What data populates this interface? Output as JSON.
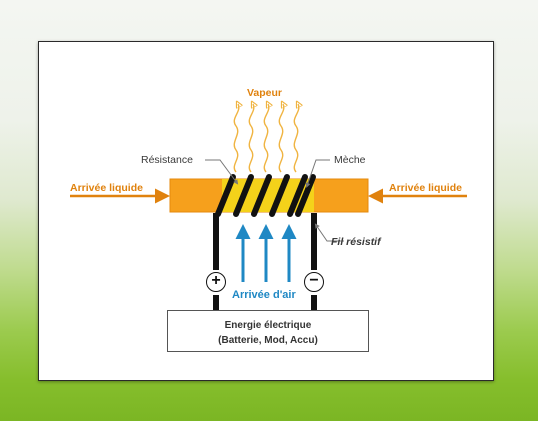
{
  "labels": {
    "vapeur": "Vapeur",
    "resistance": "Résistance",
    "meche": "Mèche",
    "arrivee_liquide_left": "Arrivée liquide",
    "arrivee_liquide_right": "Arrivée liquide",
    "fil_resistif": "Fil résistif",
    "arrivee_air": "Arrivée d'air",
    "plus": "+",
    "minus": "−"
  },
  "energy_box": {
    "line1": "Energie électrique",
    "line2": "(Batterie, Mod, Accu)"
  },
  "colors": {
    "orange": "#e0820e",
    "wick": "#f6a01c",
    "coil_yellow": "#f4d21a",
    "air_blue": "#1f88c4",
    "wire": "#111111"
  }
}
